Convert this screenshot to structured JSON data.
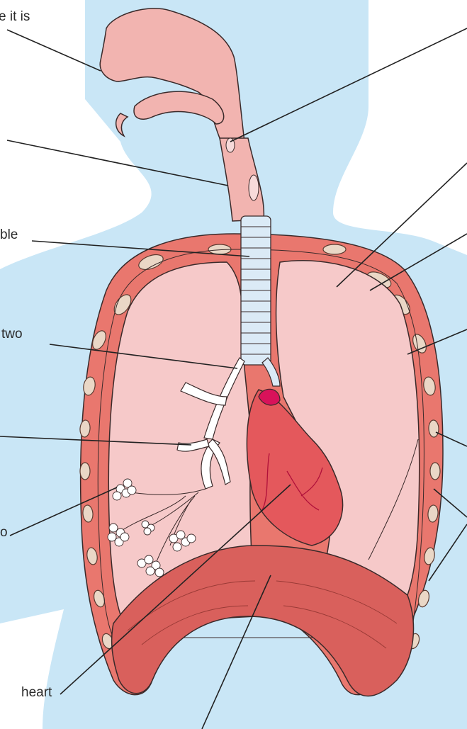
{
  "labels": {
    "top_left_partial": "e it is",
    "mid_left_partial_1": "ble",
    "mid_left_partial_2": "two",
    "lower_left_partial": "o",
    "heart": "heart"
  },
  "colors": {
    "body_silhouette": "#c9e6f6",
    "airway": "#f2b4b0",
    "lung": "#f6c9c9",
    "chest_wall": "#e9776e",
    "heart": "#e4585c",
    "diaphragm": "#d9605c",
    "rib": "#ead7c6",
    "trachea_ring": "#dbeaf6",
    "bronchi": "#ffffff"
  }
}
